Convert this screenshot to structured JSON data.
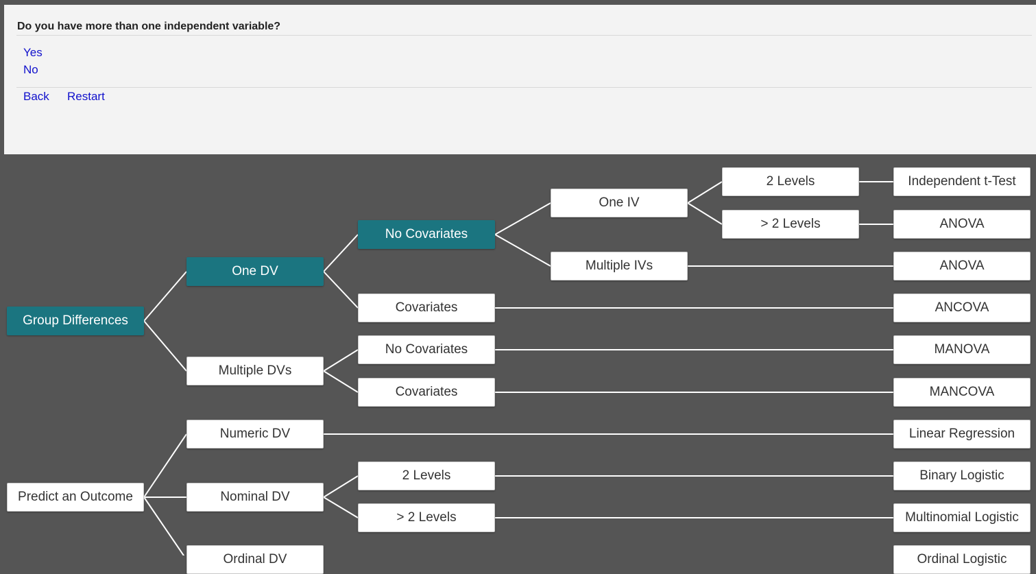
{
  "question": {
    "text": "Do you have more than one independent variable?",
    "options": [
      "Yes",
      "No"
    ],
    "nav": {
      "back": "Back",
      "restart": "Restart"
    }
  },
  "tree": {
    "nodes": [
      {
        "id": "group-differences",
        "label": "Group Differences",
        "active": true
      },
      {
        "id": "one-dv",
        "label": "One DV",
        "active": true
      },
      {
        "id": "no-covariates-1",
        "label": "No Covariates",
        "active": true
      },
      {
        "id": "one-iv",
        "label": "One IV",
        "active": false
      },
      {
        "id": "two-levels-1",
        "label": "2 Levels",
        "active": false
      },
      {
        "id": "independent-t-test",
        "label": "Independent t-Test",
        "active": false
      },
      {
        "id": "more-than-two-levels-1",
        "label": "> 2 Levels",
        "active": false
      },
      {
        "id": "anova-1",
        "label": "ANOVA",
        "active": false
      },
      {
        "id": "multiple-ivs",
        "label": "Multiple IVs",
        "active": false
      },
      {
        "id": "anova-2",
        "label": "ANOVA",
        "active": false
      },
      {
        "id": "covariates-1",
        "label": "Covariates",
        "active": false
      },
      {
        "id": "ancova",
        "label": "ANCOVA",
        "active": false
      },
      {
        "id": "multiple-dvs",
        "label": "Multiple DVs",
        "active": false
      },
      {
        "id": "no-covariates-2",
        "label": "No Covariates",
        "active": false
      },
      {
        "id": "manova",
        "label": "MANOVA",
        "active": false
      },
      {
        "id": "covariates-2",
        "label": "Covariates",
        "active": false
      },
      {
        "id": "mancova",
        "label": "MANCOVA",
        "active": false
      },
      {
        "id": "predict-an-outcome",
        "label": "Predict an Outcome",
        "active": false
      },
      {
        "id": "numeric-dv",
        "label": "Numeric DV",
        "active": false
      },
      {
        "id": "linear-regression",
        "label": "Linear Regression",
        "active": false
      },
      {
        "id": "nominal-dv",
        "label": "Nominal DV",
        "active": false
      },
      {
        "id": "two-levels-2",
        "label": "2 Levels",
        "active": false
      },
      {
        "id": "binary-logistic",
        "label": "Binary Logistic",
        "active": false
      },
      {
        "id": "more-than-two-levels-2",
        "label": "> 2 Levels",
        "active": false
      },
      {
        "id": "multinomial-logistic",
        "label": "Multinomial Logistic",
        "active": false
      },
      {
        "id": "ordinal-dv",
        "label": "Ordinal DV",
        "active": false
      },
      {
        "id": "ordinal-logistic",
        "label": "Ordinal Logistic",
        "active": false
      }
    ],
    "edges": [
      [
        "group-differences",
        "one-dv"
      ],
      [
        "group-differences",
        "multiple-dvs"
      ],
      [
        "one-dv",
        "no-covariates-1"
      ],
      [
        "one-dv",
        "covariates-1"
      ],
      [
        "no-covariates-1",
        "one-iv"
      ],
      [
        "no-covariates-1",
        "multiple-ivs"
      ],
      [
        "one-iv",
        "two-levels-1"
      ],
      [
        "one-iv",
        "more-than-two-levels-1"
      ],
      [
        "two-levels-1",
        "independent-t-test"
      ],
      [
        "more-than-two-levels-1",
        "anova-1"
      ],
      [
        "multiple-ivs",
        "anova-2"
      ],
      [
        "covariates-1",
        "ancova"
      ],
      [
        "multiple-dvs",
        "no-covariates-2"
      ],
      [
        "multiple-dvs",
        "covariates-2"
      ],
      [
        "no-covariates-2",
        "manova"
      ],
      [
        "covariates-2",
        "mancova"
      ],
      [
        "predict-an-outcome",
        "numeric-dv"
      ],
      [
        "predict-an-outcome",
        "nominal-dv"
      ],
      [
        "predict-an-outcome",
        "ordinal-dv"
      ],
      [
        "numeric-dv",
        "linear-regression"
      ],
      [
        "nominal-dv",
        "two-levels-2"
      ],
      [
        "nominal-dv",
        "more-than-two-levels-2"
      ],
      [
        "two-levels-2",
        "binary-logistic"
      ],
      [
        "more-than-two-levels-2",
        "multinomial-logistic"
      ],
      [
        "ordinal-dv",
        "ordinal-logistic"
      ]
    ]
  },
  "colors": {
    "background": "#555555",
    "active_node": "#1b7580",
    "link": "#1111cc",
    "edge": "#ffffff"
  }
}
